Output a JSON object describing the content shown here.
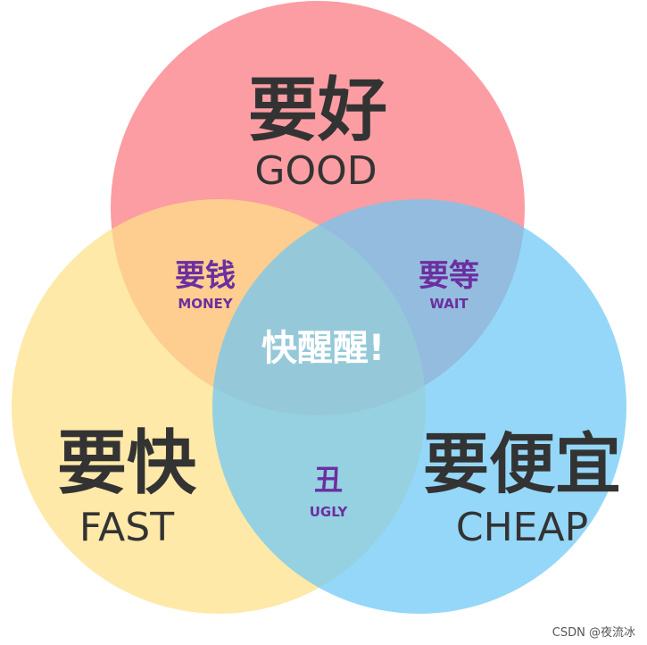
{
  "circles": {
    "good": {
      "label_zh": "要好",
      "label_en": "GOOD",
      "color": "#f9777f"
    },
    "fast": {
      "label_zh": "要快",
      "label_en": "FAST",
      "color": "#fde188"
    },
    "cheap": {
      "label_zh": "要便宜",
      "label_en": "CHEAP",
      "color": "#6cc8f5"
    }
  },
  "overlaps": {
    "good_fast": {
      "label_zh": "要钱",
      "label_en": "MONEY"
    },
    "good_cheap": {
      "label_zh": "要等",
      "label_en": "WAIT"
    },
    "fast_cheap": {
      "label_zh": "丑",
      "label_en": "UGLY"
    },
    "center": {
      "label_zh": "快醒醒!"
    }
  },
  "watermark": "CSDN @夜流冰"
}
